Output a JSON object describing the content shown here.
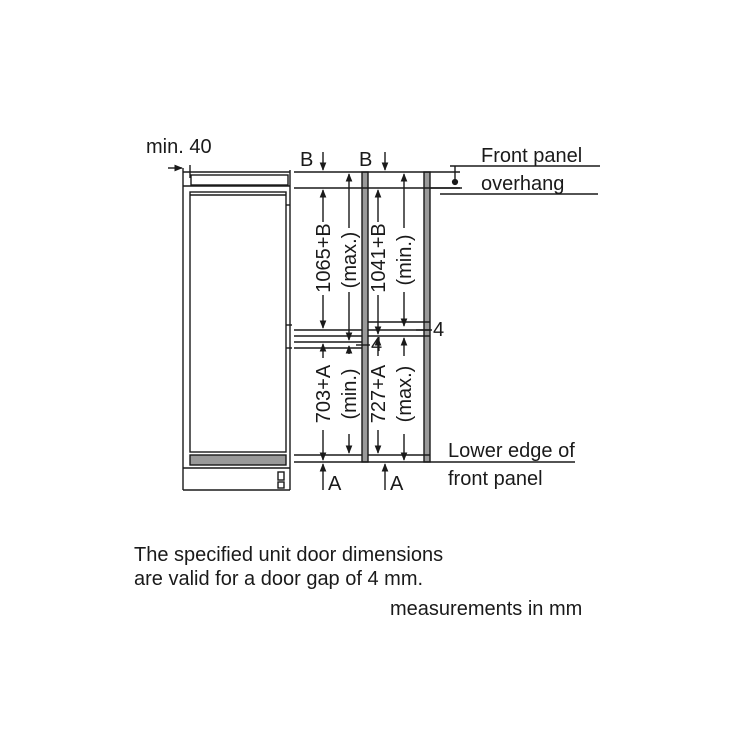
{
  "diagram": {
    "min_gap_label": "min. 40",
    "label_b_left": "B",
    "label_b_right": "B",
    "front_panel_line1": "Front panel",
    "front_panel_line2": "overhang",
    "dim_upper_left": "1065+B",
    "dim_upper_left_qualifier": "(max.)",
    "dim_upper_right": "1041+B",
    "dim_upper_right_qualifier": "(min.)",
    "gap_label_left": "4",
    "gap_label_right": "4",
    "dim_lower_left": "703+A",
    "dim_lower_left_qualifier": "(min.)",
    "dim_lower_right": "727+A",
    "dim_lower_right_qualifier": "(max.)",
    "lower_edge_line1": "Lower edge of",
    "lower_edge_line2": "front panel",
    "label_a_left": "A",
    "label_a_right": "A"
  },
  "notes": {
    "validity_line1": "The specified unit door dimensions",
    "validity_line2": "are valid for a door gap of 4 mm.",
    "units": "measurements in mm"
  },
  "colors": {
    "ink": "#1a1a1a",
    "panel_fill": "#9a9a9a",
    "cabinet_fill": "#ffffff"
  }
}
